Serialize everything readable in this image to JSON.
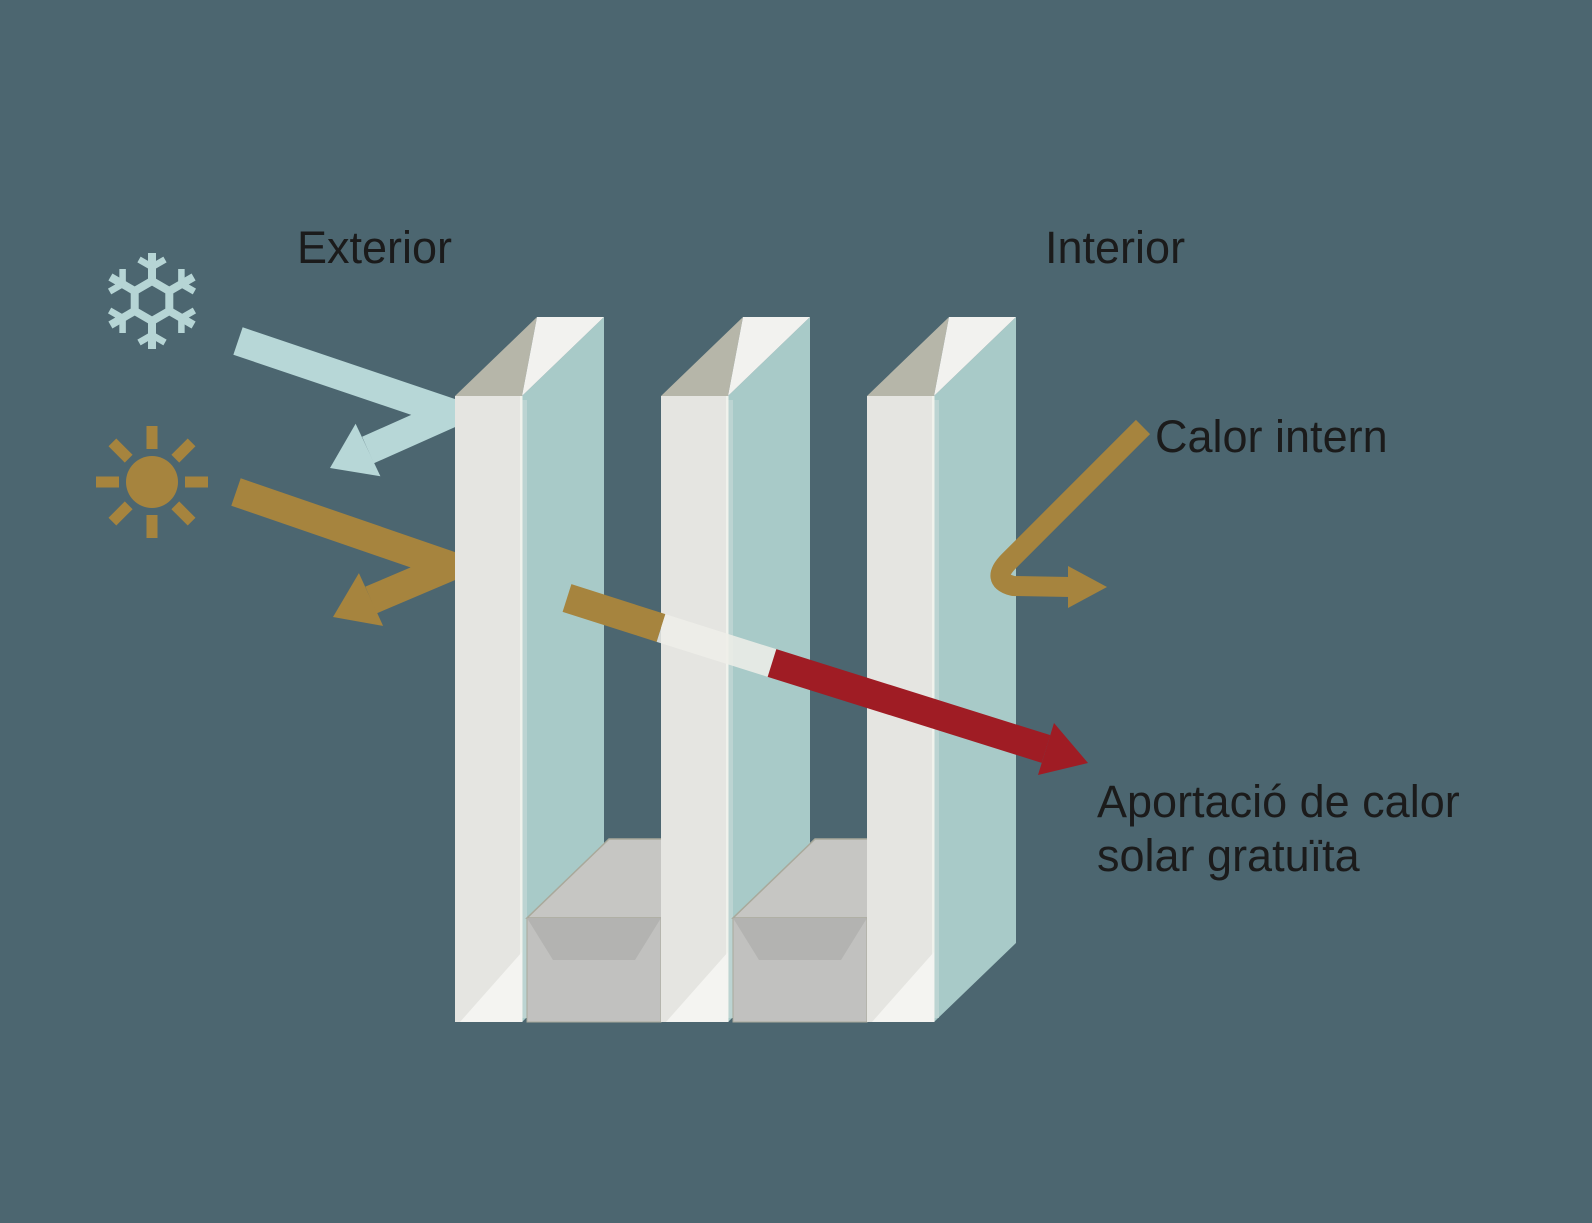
{
  "diagram": {
    "background_color": "#4c6670",
    "labels": {
      "exterior": "Exterior",
      "interior": "Interior",
      "internal_heat": "Calor intern",
      "solar_gain_line1": "Aportació de calor",
      "solar_gain_line2": "solar gratuïta"
    },
    "panes": {
      "count": 3
    },
    "icons": [
      {
        "name": "snowflake-icon",
        "color": "#b6d5d5"
      },
      {
        "name": "sun-icon",
        "color": "#a6843e"
      }
    ],
    "arrows": [
      {
        "name": "cold-reflected-arrow",
        "color": "#b7d7d7"
      },
      {
        "name": "solar-reflected-arrow",
        "color": "#a6843e"
      },
      {
        "name": "solar-transmitted-arrow",
        "colors": [
          "#a6843e",
          "#eeeee9",
          "#9f1c24"
        ]
      },
      {
        "name": "internal-heat-arrow",
        "color": "#a6843e"
      }
    ],
    "colors": {
      "background": "#4c6670",
      "glass": "#a8cac8",
      "glass_edge_highlight": "#c4d9d5",
      "frame_white": "#e5e5e1",
      "frame_bright": "#f4f4f1",
      "top_face_gray": "#b6b6a9",
      "top_face_white": "#f2f2ef",
      "spacer_top": "#c6c6c3",
      "spacer_front": "#c1c1bf",
      "spacer_shadow": "#b3b3b1",
      "spacer_edge": "#a9a99b",
      "cold": "#b7d7d7",
      "heat_gold": "#a6843e",
      "solar_red": "#9f1c24",
      "transition_white": "#eeeee9",
      "text": "#1b1b1b"
    }
  }
}
